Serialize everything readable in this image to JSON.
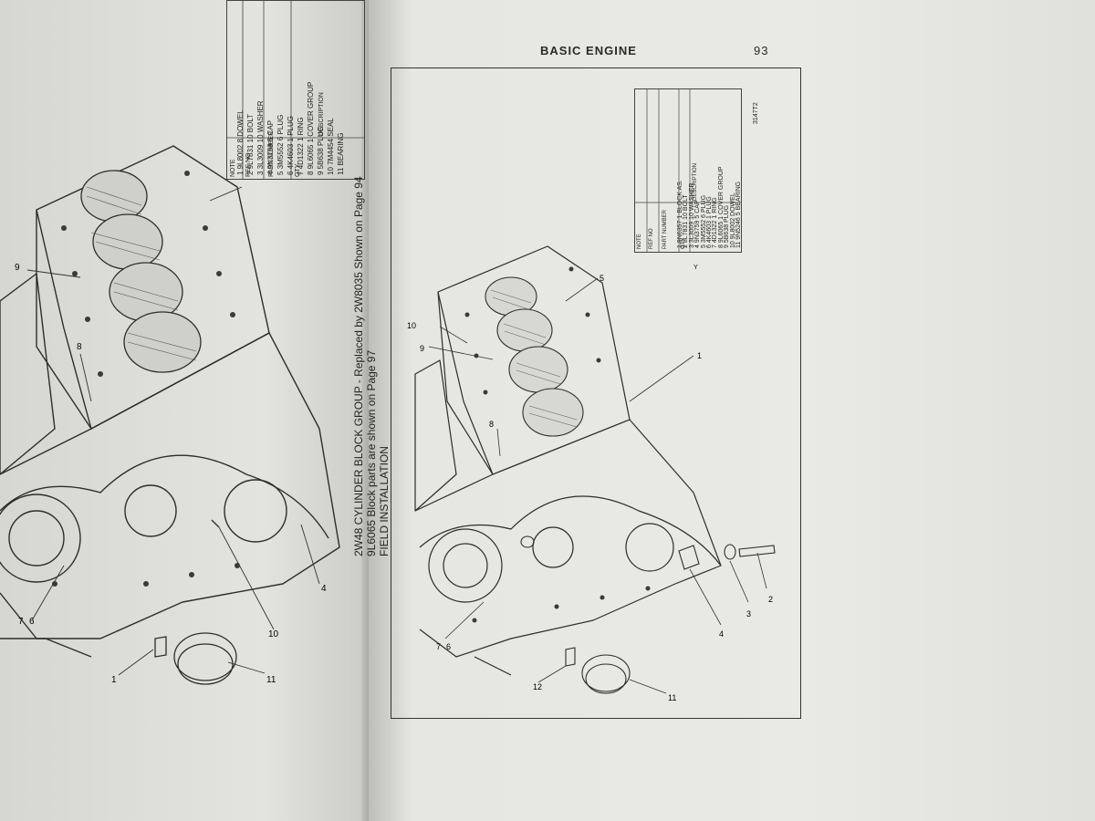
{
  "header": {
    "section": "BASIC ENGINE",
    "page_number": "93"
  },
  "caption": {
    "line1": "2W48 CYLINDER BLOCK GROUP - Replaced by 2W8035 Shown on Page 94",
    "line2": "9L6065 Block parts are shown on Page 97",
    "line3": "FIELD INSTALLATION"
  },
  "figure_id": "3147T2",
  "table_columns": [
    "NOTE",
    "REF NO",
    "PART NUMBER",
    "QTY",
    "DESCRIPTION"
  ],
  "right_table": [
    {
      "ref": "1",
      "part": "9N6357",
      "qty": "1",
      "desc": "BLOCK AS."
    },
    {
      "ref": "2",
      "part": "8L7831",
      "qty": "10",
      "desc": "BOLT"
    },
    {
      "ref": "3",
      "part": "3L3009",
      "qty": "10",
      "desc": "WASHER"
    },
    {
      "ref": "4",
      "part": "9N3759",
      "qty": "5",
      "desc": "CAP"
    },
    {
      "ref": "5",
      "part": "3M5552",
      "qty": "6",
      "desc": "PLUG"
    },
    {
      "ref": "6",
      "part": "4K4603",
      "qty": "1",
      "desc": "PLUG"
    },
    {
      "ref": "7",
      "part": "4D1322",
      "qty": "1",
      "desc": "RING"
    },
    {
      "ref": "8",
      "part": "9L6065",
      "qty": "1",
      "desc": "COVER GROUP"
    },
    {
      "ref": "9",
      "part": "5B638",
      "qty": "",
      "desc": "PLUG"
    },
    {
      "ref": "10",
      "part": "9L8002",
      "qty": "",
      "desc": "DOWEL"
    },
    {
      "ref": "11",
      "part": "9N5246",
      "qty": "5",
      "desc": "BEARING"
    }
  ],
  "left_table": [
    {
      "ref": "1",
      "part": "9L8002",
      "qty": "8",
      "desc": "DOWEL"
    },
    {
      "ref": "2",
      "part": "9L7831",
      "qty": "10",
      "desc": "BOLT"
    },
    {
      "ref": "3",
      "part": "3L3009",
      "qty": "10",
      "desc": "WASHER"
    },
    {
      "ref": "4",
      "part": "9N3759",
      "qty": "5",
      "desc": "CAP"
    },
    {
      "ref": "5",
      "part": "3M5552",
      "qty": "6",
      "desc": "PLUG"
    },
    {
      "ref": "6",
      "part": "4K4603",
      "qty": "1",
      "desc": "PLUG"
    },
    {
      "ref": "7",
      "part": "4D1322",
      "qty": "1",
      "desc": "RING"
    },
    {
      "ref": "8",
      "part": "9L6065",
      "qty": "1",
      "desc": "COVER GROUP"
    },
    {
      "ref": "9",
      "part": "5B638",
      "qty": "",
      "desc": "PLUG"
    },
    {
      "ref": "10",
      "part": "7M4454",
      "qty": "",
      "desc": "SEAL"
    },
    {
      "ref": "11",
      "part": "",
      "qty": "",
      "desc": "BEARING"
    }
  ],
  "note_marker": "Y",
  "right_callouts": [
    "1",
    "2",
    "3",
    "4",
    "5",
    "7",
    "6",
    "8",
    "9",
    "10",
    "11",
    "12"
  ],
  "left_callouts": [
    "9",
    "8",
    "7",
    "6",
    "1",
    "10",
    "4",
    "11"
  ]
}
